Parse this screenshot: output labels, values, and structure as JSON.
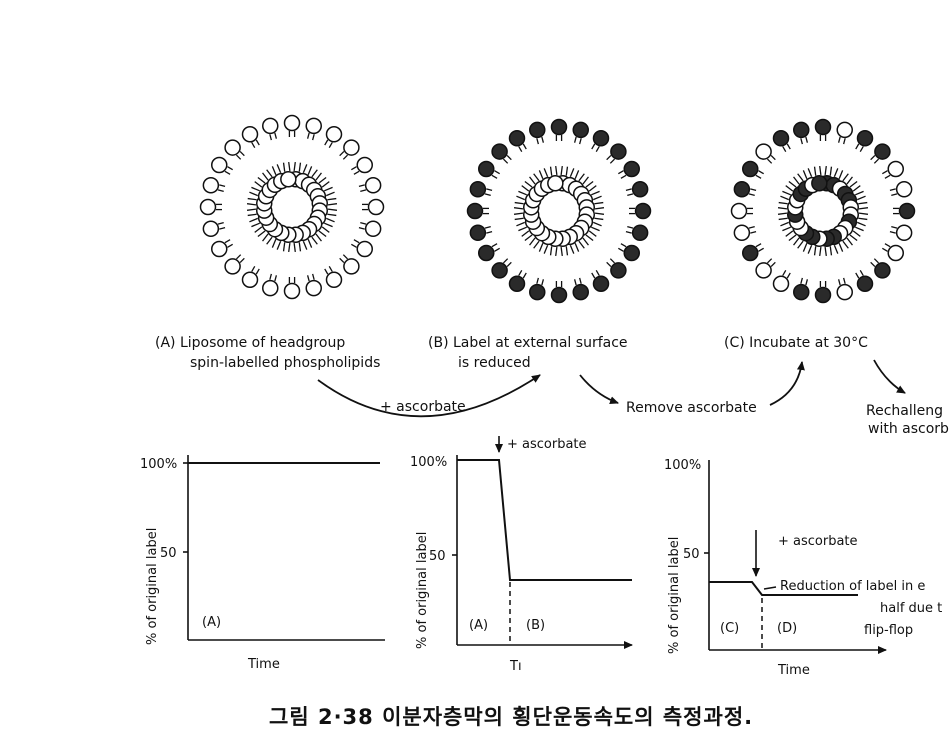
{
  "figure": {
    "liposomes": [
      {
        "id": "A",
        "caption_line1": "(A) Liposome of headgroup",
        "caption_line2": "spin-labelled phospholipids",
        "outer_labelled": "all",
        "inner_labelled": "all"
      },
      {
        "id": "B",
        "caption_line1": "(B) Label at external surface",
        "caption_line2": "is reduced",
        "outer_labelled": "none",
        "inner_labelled": "all"
      },
      {
        "id": "C",
        "caption_line1": "(C) Incubate at 30°C",
        "caption_line2": "",
        "outer_labelled": "mixed",
        "inner_labelled": "mixed"
      }
    ],
    "arrows": {
      "a_to_b": "+ ascorbate",
      "b_to_c": "Remove ascorbate",
      "c_next_line1": "Rechalleng",
      "c_next_line2": "with ascorb"
    },
    "plots": [
      {
        "id": "A",
        "y_top": "100%",
        "y_mid": "50",
        "ylabel": "% of original label",
        "xlabel": "Time",
        "regions": [
          "(A)"
        ],
        "annotation": ""
      },
      {
        "id": "B",
        "y_top": "100%",
        "y_mid": "50",
        "ylabel": "% of original label",
        "xlabel": "Tı",
        "regions": [
          "(A)",
          "(B)"
        ],
        "annotation": "+ ascorbate"
      },
      {
        "id": "C",
        "y_top": "100%",
        "y_mid": "50",
        "ylabel": "% of original label",
        "xlabel": "Time",
        "regions": [
          "(C)",
          "(D)"
        ],
        "annotation": "+ ascorbate",
        "note_line1": "Reduction of label in e",
        "note_line2": "half due t",
        "note_line3": "flip-flop"
      }
    ],
    "caption": "그림 2·38  이분자층막의 횡단운동속도의 측정과정."
  }
}
